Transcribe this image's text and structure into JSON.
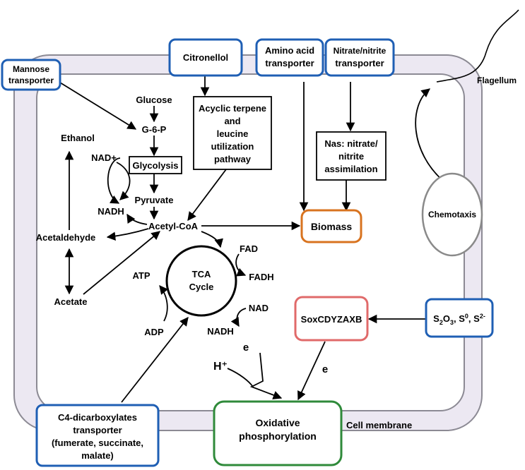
{
  "colors": {
    "membrane_fill": "#ece8f2",
    "membrane_stroke": "#8c8a94",
    "transporter_border": "#1f5fb4",
    "biomass_border": "#d8731f",
    "oxphos_border": "#2f8a3a",
    "sox_border": "#e06a6a",
    "chemotaxis_border": "#8a8a8a",
    "process_border": "#000000"
  },
  "membrane": {
    "label": "Cell membrane"
  },
  "flagellum": {
    "label": "Flagellum"
  },
  "transporters": {
    "mannose": {
      "line1": "Mannose",
      "line2": "transporter"
    },
    "citronellol": {
      "line1": "Citronellol"
    },
    "amino_acid": {
      "line1": "Amino acid",
      "line2": "transporter"
    },
    "nitrate": {
      "line1": "Nitrate/nitrite",
      "line2": "transporter"
    },
    "sulfur": {
      "s": "S",
      "o3": "O",
      "sub2": "2",
      "sub3": "3",
      "s0": ", S",
      "sup0": "0",
      "s2": ", S",
      "sup2": "2-"
    },
    "c4": {
      "line1": "C4-dicarboxylates",
      "line2": "transporter",
      "line3": "(fumerate, succinate,",
      "line4": "malate)"
    }
  },
  "processes": {
    "acyclic": {
      "line1": "Acyclic terpene",
      "line2": "and",
      "line3": "leucine",
      "line4": "utilization",
      "line5": "pathway"
    },
    "nas": {
      "line1": "Nas: nitrate/",
      "line2": "nitrite",
      "line3": "assimilation"
    },
    "glycolysis": "Glycolysis",
    "biomass": "Biomass",
    "oxphos": {
      "line1": "Oxidative",
      "line2": "phosphorylation"
    },
    "sox": "SoxCDYZAXB",
    "chemotaxis": "Chemotaxis",
    "tca": {
      "line1": "TCA",
      "line2": "Cycle"
    }
  },
  "metabolites": {
    "glucose": "Glucose",
    "g6p": "G-6-P",
    "pyruvate": "Pyruvate",
    "acetyl_coa": "Acetyl-CoA",
    "ethanol": "Ethanol",
    "nad_plus": "NAD+",
    "nadh_left": "NADH",
    "acetaldehyde": "Acetaldehyde",
    "acetate": "Acetate",
    "atp": "ATP",
    "adp": "ADP",
    "fad": "FAD",
    "fadh": "FADH",
    "nad": "NAD",
    "nadh": "NADH",
    "h_plus": "H⁺",
    "e_left": "e",
    "e_right": "e"
  }
}
